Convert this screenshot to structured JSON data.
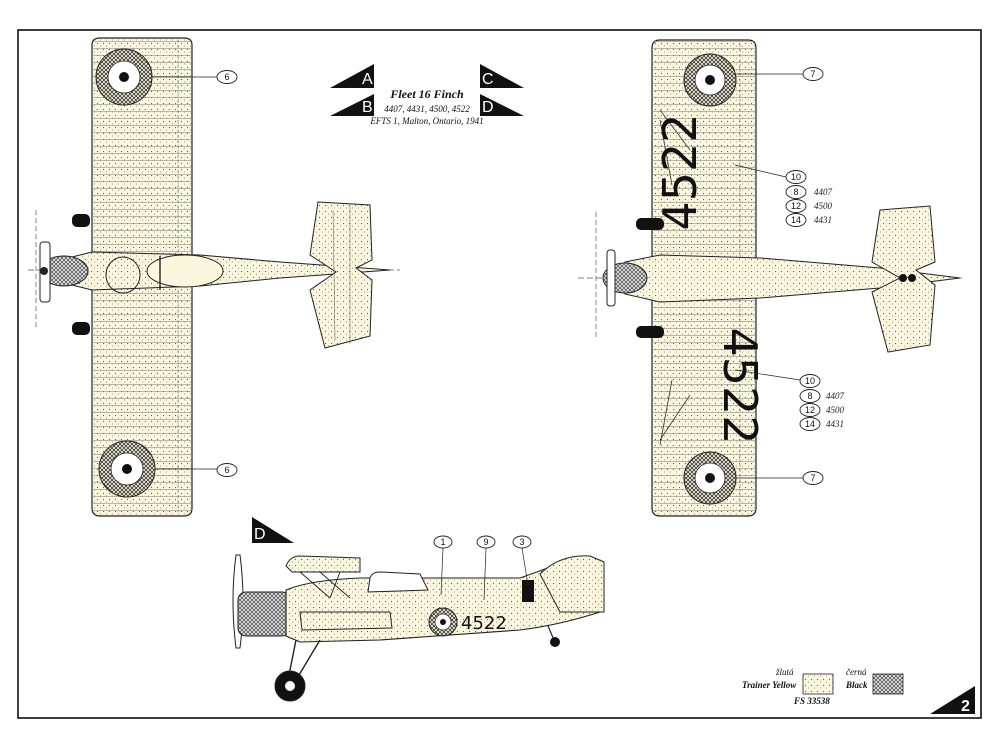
{
  "title": {
    "name": "Fleet 16 Finch",
    "serials": "4407, 4431, 4500, 4522",
    "unit": "EFTS 1, Malton, Ontario, 1941"
  },
  "view_flags": [
    "A",
    "B",
    "C",
    "D"
  ],
  "side_flag": "D",
  "callouts": {
    "roundel_top": "6",
    "roundel_bottom": "6",
    "underside_top": "7",
    "underside_bottom": "7",
    "code_top": "10",
    "code_bottom": "10",
    "side": [
      "1",
      "9",
      "3"
    ]
  },
  "serial_keys_top": [
    {
      "num": "8",
      "serial": "4407"
    },
    {
      "num": "12",
      "serial": "4500"
    },
    {
      "num": "14",
      "serial": "4431"
    }
  ],
  "serial_keys_bottom": [
    {
      "num": "8",
      "serial": "4407"
    },
    {
      "num": "12",
      "serial": "4500"
    },
    {
      "num": "14",
      "serial": "4431"
    }
  ],
  "registration": "4522",
  "legend": {
    "yellow_cz": "žlutá",
    "yellow_en": "Trainer Yellow",
    "black_cz": "černá",
    "black_en": "Black",
    "fs": "FS 33538"
  },
  "page_number": "2",
  "colors": {
    "trainer_yellow": "#fbf7df",
    "black": "#111111",
    "roundel_blue": "#1c1c1c",
    "roundel_ring": "#e9e2c8"
  }
}
